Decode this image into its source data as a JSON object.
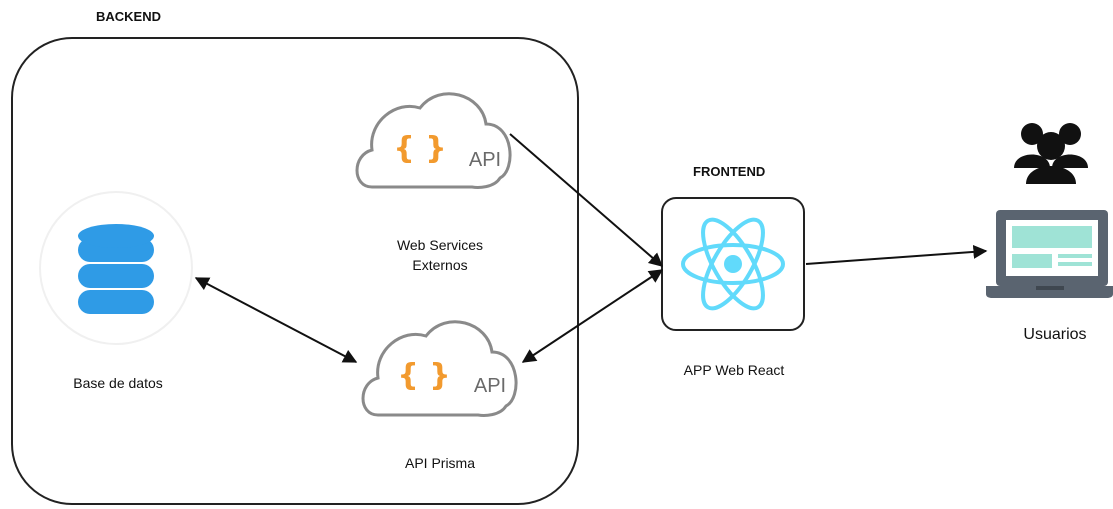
{
  "backend": {
    "title": "BACKEND"
  },
  "frontend": {
    "title": "FRONTEND"
  },
  "nodes": {
    "web_services": {
      "label": "Web Services\nExternos",
      "badge": "API",
      "braces": "{ }"
    },
    "api_prisma": {
      "label": "API Prisma",
      "badge": "API",
      "braces": "{ }"
    },
    "database": {
      "label": "Base de datos"
    },
    "react_app": {
      "label": "APP Web React"
    },
    "users": {
      "label": "Usuarios"
    }
  },
  "colors": {
    "database": "#2f9be6",
    "react": "#61dafb",
    "braces": "#f29a2e",
    "cloud_stroke": "#8a8a8a",
    "laptop_frame": "#5a6470",
    "laptop_screen": "#9fe3d6",
    "users_icon": "#111111"
  }
}
